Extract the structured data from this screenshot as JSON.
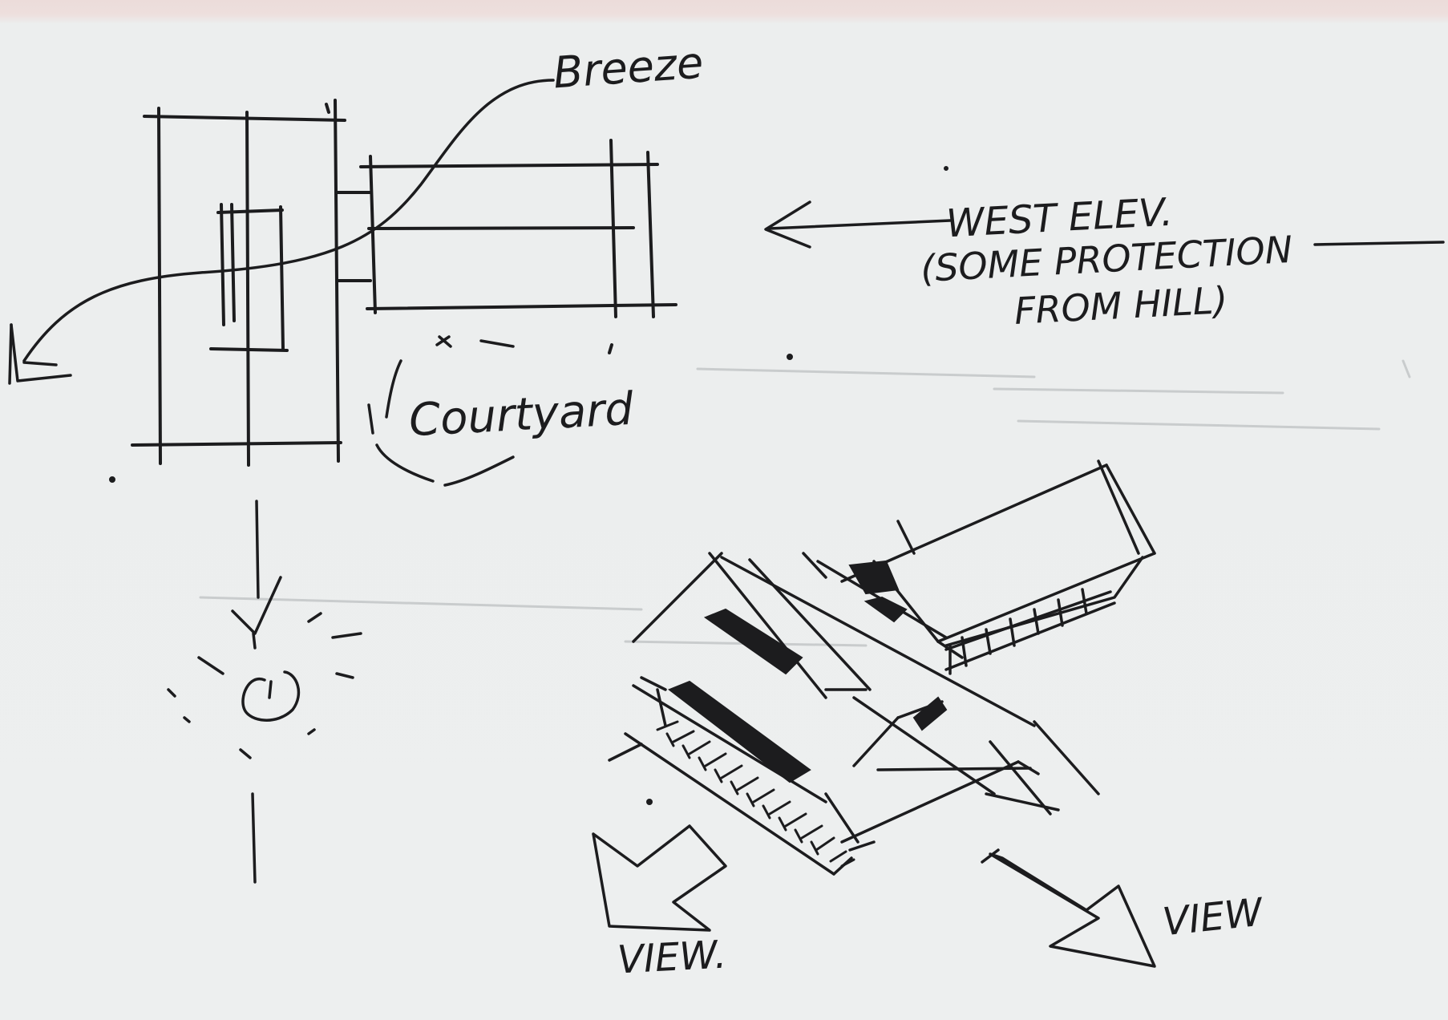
{
  "labels": {
    "breeze": "Breeze",
    "west_elevation": "WEST ELEV.",
    "west_note_line1": "(SOME PROTECTION",
    "west_note_line2": "FROM HILL)",
    "courtyard": "Courtyard",
    "view_left": "VIEW.",
    "view_right": "VIEW"
  },
  "colors": {
    "ink": "#1c1c1e",
    "paper": "#edefef",
    "paper_top_tint": "#ecdcda",
    "ghost_marks": "#c9cccd"
  },
  "icons": [
    "sun-icon",
    "arrow-icon"
  ]
}
